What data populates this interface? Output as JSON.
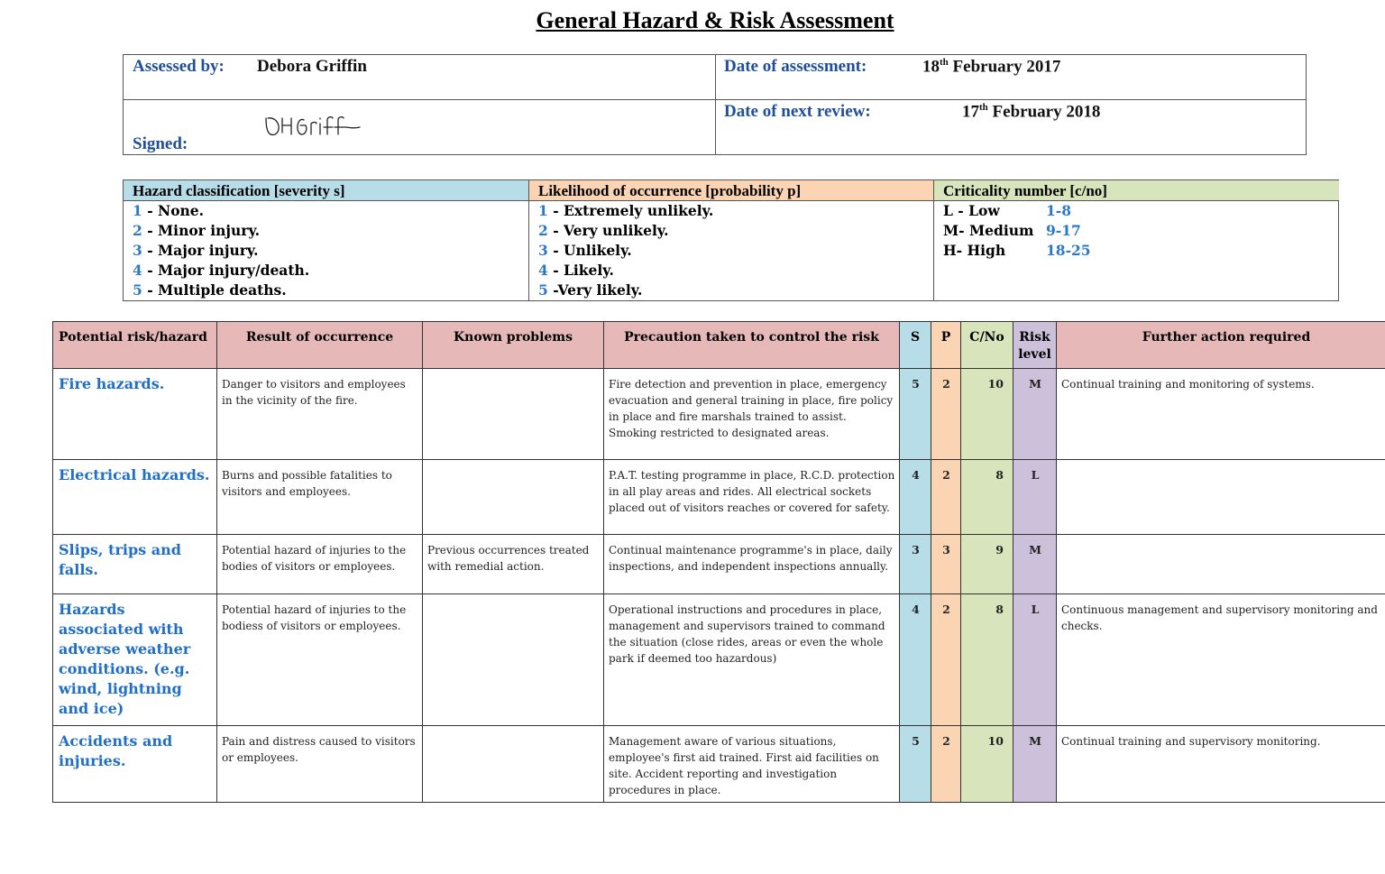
{
  "title": "General Hazard & Risk Assessment",
  "header": {
    "assessed_by_label": "Assessed by:",
    "assessed_by_value": "Debora Griffin",
    "signed_label": "Signed:",
    "signature_text": "DHGriff",
    "date_assessment_label": "Date of assessment:",
    "date_assessment_day": "18",
    "date_assessment_suffix": "th",
    "date_assessment_rest": " February 2017",
    "date_review_label": "Date of next review:",
    "date_review_day": "17",
    "date_review_suffix": "th",
    "date_review_rest": " February 2018"
  },
  "classification": {
    "severity_header": "Hazard classification [severity s]",
    "severity_items": [
      {
        "num": "1",
        "text": " - None."
      },
      {
        "num": "2",
        "text": " - Minor injury."
      },
      {
        "num": "3",
        "text": " - Major injury."
      },
      {
        "num": "4",
        "text": " - Major injury/death."
      },
      {
        "num": "5",
        "text": " - Multiple deaths."
      }
    ],
    "likelihood_header": "Likelihood of occurrence [probability p]",
    "likelihood_items": [
      {
        "num": "1",
        "text": " - Extremely unlikely."
      },
      {
        "num": "2",
        "text": " - Very unlikely."
      },
      {
        "num": "3",
        "text": " - Unlikely."
      },
      {
        "num": "4",
        "text": " - Likely."
      },
      {
        "num": "5",
        "text": " -Very likely."
      }
    ],
    "criticality_header": "Criticality number [c/no]",
    "criticality_items": [
      {
        "key": "L - Low",
        "range": "1-8"
      },
      {
        "key": "M- Medium",
        "range": "9-17"
      },
      {
        "key": "H- High",
        "range": "18-25"
      }
    ]
  },
  "table": {
    "headers": {
      "risk": "Potential risk/hazard",
      "result": "Result of occurrence",
      "known": "Known problems",
      "precaution": "Precaution taken to control the risk",
      "s": "S",
      "p": "P",
      "cno": "C/No",
      "level": "Risk level",
      "further": "Further action required"
    },
    "rows": [
      {
        "risk": "Fire hazards.",
        "result": "Danger to visitors and employees in the vicinity of the fire.",
        "known": "",
        "precaution": "Fire detection and prevention in place, emergency evacuation and general training in place, fire policy in place and fire marshals trained to assist. Smoking restricted to designated areas.",
        "s": "5",
        "p": "2",
        "cno": "10",
        "level": "M",
        "further": "Continual training and monitoring of systems."
      },
      {
        "risk": "Electrical hazards.",
        "result": "Burns and possible fatalities to visitors and employees.",
        "known": "",
        "precaution": "P.A.T. testing programme in place, R.C.D. protection in all play areas and rides. All electrical sockets placed out of visitors reaches or covered for safety.",
        "s": "4",
        "p": "2",
        "cno": "8",
        "level": "L",
        "further": ""
      },
      {
        "risk": "Slips, trips and falls.",
        "result": "Potential hazard of injuries to the bodies of visitors or employees.",
        "known": "Previous occurrences treated with remedial action.",
        "precaution": "Continual maintenance programme's in place, daily inspections, and independent inspections annually.",
        "s": "3",
        "p": "3",
        "cno": "9",
        "level": "M",
        "further": ""
      },
      {
        "risk": "Hazards associated with adverse weather conditions. (e.g. wind, lightning and ice)",
        "result": "Potential hazard of injuries to the bodiess of visitors or employees.",
        "known": "",
        "precaution": "Operational instructions and procedures in place, management and supervisors trained to command the situation (close rides, areas or even the whole park if deemed too hazardous)",
        "s": "4",
        "p": "2",
        "cno": "8",
        "level": "L",
        "further": "Continuous management and supervisory monitoring and checks."
      },
      {
        "risk": "Accidents and injuries.",
        "result": "Pain and distress caused to visitors or employees.",
        "known": "",
        "precaution": "Management aware of various situations, employee's first aid trained. First aid facilities on site. Accident reporting and investigation procedures in place.",
        "s": "5",
        "p": "2",
        "cno": "10",
        "level": "M",
        "further": "Continual training and supervisory monitoring."
      }
    ]
  }
}
